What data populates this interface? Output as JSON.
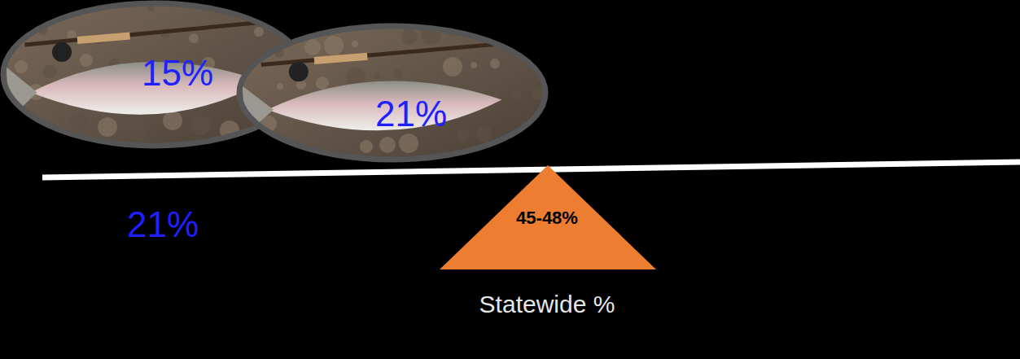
{
  "diagram": {
    "nodes": [
      {
        "text": [
          "15%"
        ]
      },
      {
        "text": [
          "21%"
        ]
      },
      {
        "text": [
          "45-48%"
        ]
      }
    ],
    "labels": [
      "21%",
      "Statewide %"
    ]
  }
}
